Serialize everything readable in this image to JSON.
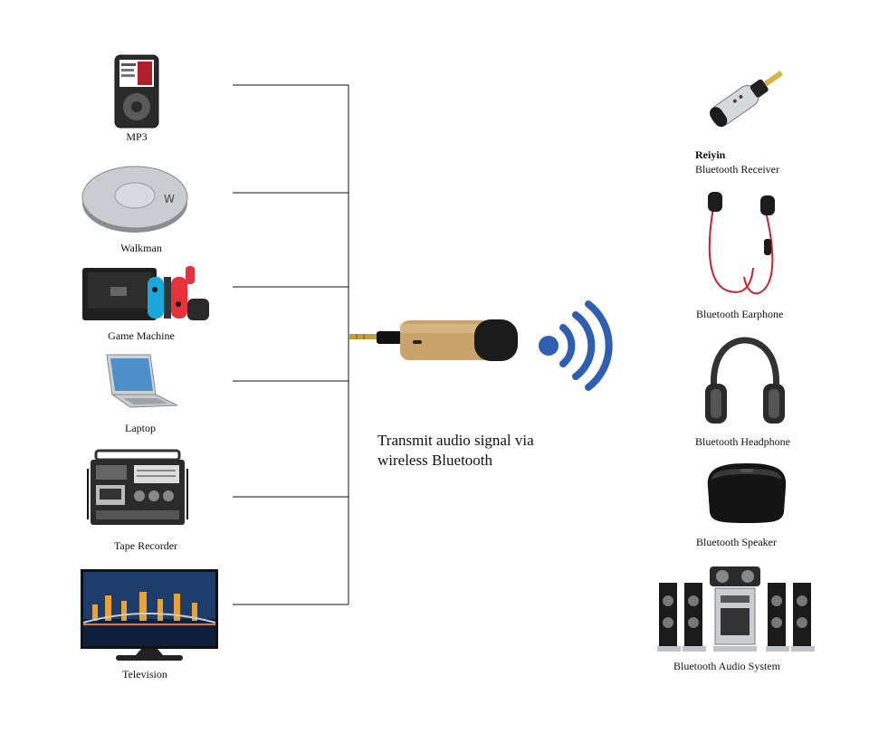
{
  "sources": [
    {
      "label": "MP3",
      "icon": "mp3-player-icon"
    },
    {
      "label": "Walkman",
      "icon": "walkman-icon"
    },
    {
      "label": "Game Machine",
      "icon": "game-console-icon"
    },
    {
      "label": "Laptop",
      "icon": "laptop-icon"
    },
    {
      "label": "Tape Recorder",
      "icon": "tape-recorder-icon"
    },
    {
      "label": "Television",
      "icon": "television-icon"
    }
  ],
  "transmitter": {
    "caption_line1": "Transmit audio signal via",
    "caption_line2": "wireless Bluetooth",
    "icon": "bluetooth-transmitter-icon",
    "signal_icon": "wireless-signal-icon",
    "body_color": "#c9a36b",
    "signal_color": "#2f5fb3"
  },
  "receivers": [
    {
      "brand": "Reiyin",
      "label": "Bluetooth Receiver",
      "icon": "bluetooth-receiver-icon"
    },
    {
      "label": "Bluetooth Earphone",
      "icon": "earphone-icon"
    },
    {
      "label": "Bluetooth Headphone",
      "icon": "headphone-icon"
    },
    {
      "label": "Bluetooth Speaker",
      "icon": "speaker-icon"
    },
    {
      "label": "Bluetooth Audio System",
      "icon": "audio-system-icon"
    }
  ]
}
